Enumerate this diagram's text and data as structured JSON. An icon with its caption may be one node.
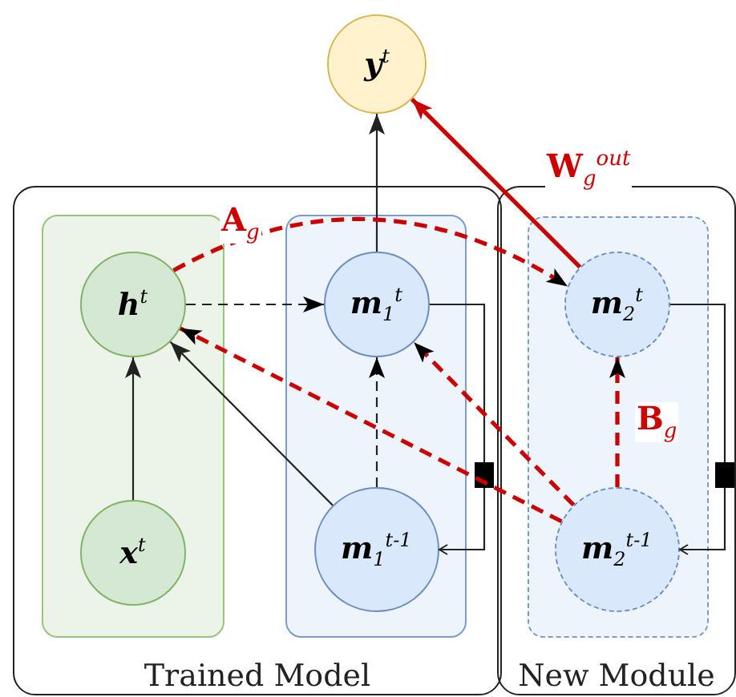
{
  "diagram": {
    "nodes": [
      {
        "text": [
          "y$^{t}$"
        ]
      },
      {
        "text": [
          "Trained Model"
        ]
      },
      {
        "text": [],
        "shape": "box",
        "in": 1
      },
      {
        "text": [
          "h$^{t}$"
        ],
        "in": 2
      },
      {
        "text": [
          "x$^{t}$"
        ],
        "in": 2
      },
      {
        "text": [],
        "shape": "box",
        "in": 1
      },
      {
        "text": [
          "m$_{1}$$^{t}$"
        ],
        "in": 5
      },
      {
        "text": [
          "m$_{1}$$^{t-1}$"
        ],
        "in": 5
      },
      {
        "text": [
          "New Module"
        ]
      },
      {
        "text": [],
        "shape": "box",
        "in": 8
      },
      {
        "text": [
          "m$_{2}$$^{t}$"
        ],
        "in": 9
      },
      {
        "text": [
          "m$_{2}$$^{t-1}$"
        ],
        "in": 9
      }
    ],
    "edges": [
      {
        "from": 4,
        "to": 3,
        "arrow": "to"
      },
      {
        "from": 3,
        "to": 6,
        "arrow": "to",
        "style": "dashed"
      },
      {
        "from": 7,
        "to": 3,
        "arrow": "to"
      },
      {
        "from": 7,
        "to": 6,
        "arrow": "to",
        "style": "dashed"
      },
      {
        "from": 6,
        "to": 0,
        "arrow": "to"
      },
      {
        "from": 6,
        "to": 7,
        "arrow": "to"
      },
      {
        "from": 10,
        "to": 0,
        "arrow": "to",
        "style": "thick",
        "color": "#cc0000",
        "label": "**W**$_{g}$$^{out}$"
      },
      {
        "from": 3,
        "to": 10,
        "arrow": "to",
        "style": "dashed",
        "color": "#cc0000",
        "label": "**A**$_{g}$"
      },
      {
        "from": 11,
        "to": 3,
        "arrow": "to",
        "style": "dashed",
        "color": "#cc0000"
      },
      {
        "from": 11,
        "to": 6,
        "arrow": "to",
        "style": "dashed",
        "color": "#cc0000"
      },
      {
        "from": 11,
        "to": 10,
        "arrow": "to",
        "style": "dashed",
        "color": "#cc0000",
        "label": "**B**$_{g}$"
      },
      {
        "from": 10,
        "to": 11,
        "arrow": "to"
      }
    ]
  }
}
